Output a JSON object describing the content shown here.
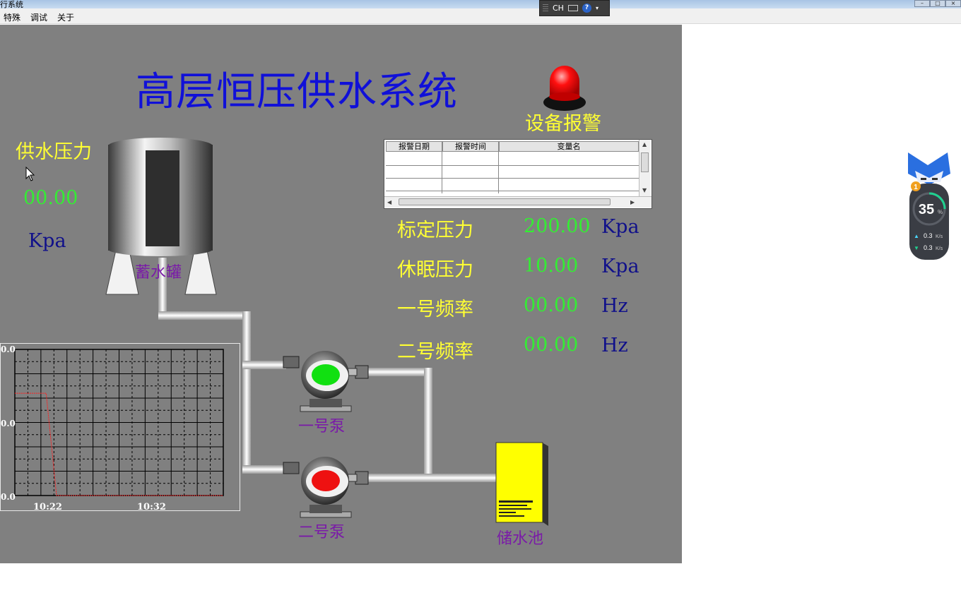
{
  "window": {
    "title": "行系统"
  },
  "menu": {
    "items": [
      "特殊",
      "调试",
      "关于"
    ]
  },
  "ime": {
    "label": "CH",
    "help": "?"
  },
  "scada": {
    "title": "高层恒压供水系统",
    "alarm": {
      "label": "设备报警"
    },
    "alarm_table": {
      "columns": [
        "报警日期",
        "报警时间",
        "变量名"
      ],
      "rows": 4
    },
    "supply_pressure": {
      "label": "供水压力",
      "value": "00.00",
      "unit": "Kpa"
    },
    "params": [
      {
        "label": "标定压力",
        "value": "200.00",
        "unit": "Kpa"
      },
      {
        "label": "休眠压力",
        "value": "10.00",
        "unit": "Kpa"
      },
      {
        "label": "一号频率",
        "value": "00.00",
        "unit": "Hz"
      },
      {
        "label": "二号频率",
        "value": "00.00",
        "unit": "Hz"
      }
    ],
    "tank_label": "蓄水罐",
    "pump1": {
      "label": "一号泵",
      "status_color": "#11e011"
    },
    "pump2": {
      "label": "二号泵",
      "status_color": "#ee1111"
    },
    "reservoir_label": "储水池",
    "colors": {
      "background": "#808080",
      "title": "#1010d8",
      "label": "#ffff33",
      "value": "#33ee33",
      "unit": "#10108a",
      "equipment": "#7a1aa8",
      "alarm": "#ff0000",
      "reservoir": "#ffff00"
    }
  },
  "chart_data": {
    "type": "line",
    "y_tick_labels": [
      "0.0",
      "0.0",
      "0.0"
    ],
    "x_tick_labels": [
      "10:22",
      "10:32"
    ],
    "grid": true,
    "series": [
      {
        "color": "#ff2222",
        "x": [
          0,
          0.15,
          0.2,
          1.0
        ],
        "y": [
          0.7,
          0.7,
          0.0,
          0.0
        ]
      }
    ]
  },
  "monitor": {
    "badge": "1",
    "percent": "35",
    "percent_sign": "%",
    "up": "0.3",
    "down": "0.3",
    "rate_unit": "K/s"
  }
}
